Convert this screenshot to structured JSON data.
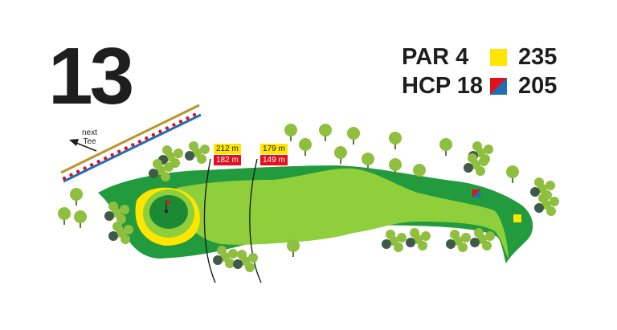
{
  "hole": {
    "number": "13"
  },
  "stats": {
    "par_label": "PAR 4",
    "hcp_label": "HCP 18",
    "yellow_tee_distance": "235",
    "red_blue_tee_distance": "205"
  },
  "tee_colors": {
    "yellow": "#ffe600",
    "red": "#e3101e",
    "blue": "#1e6fb7"
  },
  "distance_markers": {
    "marker_1": {
      "yellow": "212 m",
      "red": "182 m"
    },
    "marker_2": {
      "yellow": "179 m",
      "red": "149 m"
    }
  },
  "next_tee": {
    "line1": "next",
    "line2": "Tee"
  },
  "colors": {
    "rough": "#229a3e",
    "fairway": "#8fcf3c",
    "green": "#8fcf3c",
    "putting_surface": "#1c8a34",
    "bunker": "#ffe600",
    "tree": "#8fbf3f",
    "bush": "#3f5a4a"
  }
}
